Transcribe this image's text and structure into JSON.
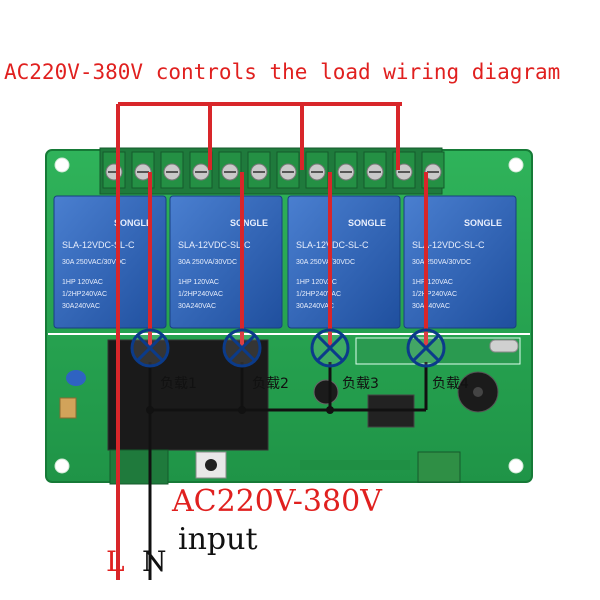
{
  "title": "AC220V-380V controls the load wiring diagram",
  "input": {
    "line1": "AC220V-380V",
    "line2": "input"
  },
  "wires": {
    "live": "L",
    "neutral": "N"
  },
  "loads": [
    "负载1",
    "负载2",
    "负载3",
    "负载4"
  ],
  "relays": [
    {
      "brand": "SONGLE",
      "model": "SLA-12VDC-SL-C",
      "rating1": "30A 250VAC/30VDC",
      "rating2": "1HP 120VAC",
      "rating3": "1/2HP240VAC",
      "rating4": "30A240VAC"
    },
    {
      "brand": "SONGLE",
      "model": "SLA-12VDC-SL-C",
      "rating1": "30A 250VA/30VDC",
      "rating2": "1HP 120VAC",
      "rating3": "1/2HP240VAC",
      "rating4": "30A240VAC"
    },
    {
      "brand": "SONGLE",
      "model": "SLA-12VDC-SL-C",
      "rating1": "30A 250VA/30VDC",
      "rating2": "1HP 120VAC",
      "rating3": "1/2HP240VAC",
      "rating4": "30A240VAC"
    },
    {
      "brand": "SONGLE",
      "model": "SLA-12VDC-SL-C",
      "rating1": "30A 250VA/30VDC",
      "rating2": "1HP 120VAC",
      "rating3": "1/2HP240VAC",
      "rating4": "30A240VAC"
    }
  ],
  "colors": {
    "board": "#27a14a",
    "relay": "#2b5fb5",
    "terminal": "#1f7a3c",
    "live_wire": "#d8262a",
    "neutral_wire": "#111111"
  }
}
